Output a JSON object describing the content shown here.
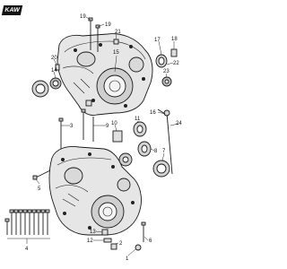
{
  "logo": {
    "text": "KAW"
  },
  "callouts": {
    "c19a": "19",
    "c19b": "19",
    "c21": "21",
    "c17": "17",
    "c18": "18",
    "c22": "22",
    "c23": "23",
    "c20": "20",
    "c14": "14",
    "c15": "15",
    "c16": "16",
    "c24": "24",
    "c3": "3",
    "c9": "9",
    "c10": "10",
    "c11": "11",
    "c8": "8",
    "c7": "7",
    "c5": "5",
    "c4": "4",
    "c13": "13",
    "c12": "12",
    "c2": "2",
    "c6": "6",
    "c1": "1"
  }
}
